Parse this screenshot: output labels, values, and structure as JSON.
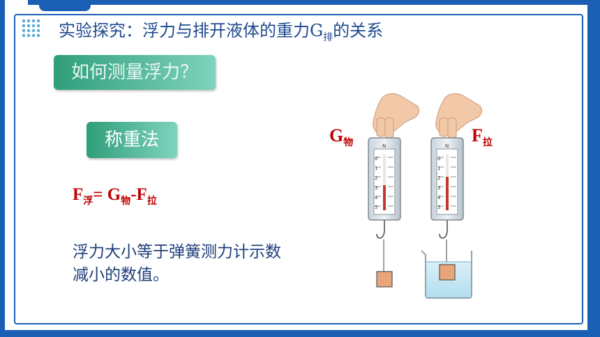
{
  "slide": {
    "title_main": "实验探究：浮力与排开液体的重力G",
    "title_sub": "排",
    "title_tail": "的关系",
    "question_pill": "如何测量浮力？",
    "method_pill": "称重法",
    "formula": {
      "f_main": "F",
      "f_sub": "浮",
      "equals": "= G",
      "g_sub": "物",
      "minus": "-F",
      "l_sub": "拉"
    },
    "description": "浮力大小等于弹簧测力计示数减小的数值。"
  },
  "illustration": {
    "label_left_main": "G",
    "label_left_sub": "物",
    "label_right_main": "F",
    "label_right_sub": "拉",
    "scale_ticks": [
      "0",
      "1",
      "2",
      "3",
      "4",
      "5"
    ],
    "scale_letter": "N"
  },
  "colors": {
    "frame_blue": "#1a5fb4",
    "title_blue": "#1f4a8f",
    "accent_red": "#c00000",
    "pill_green": "#2f9e7a"
  }
}
